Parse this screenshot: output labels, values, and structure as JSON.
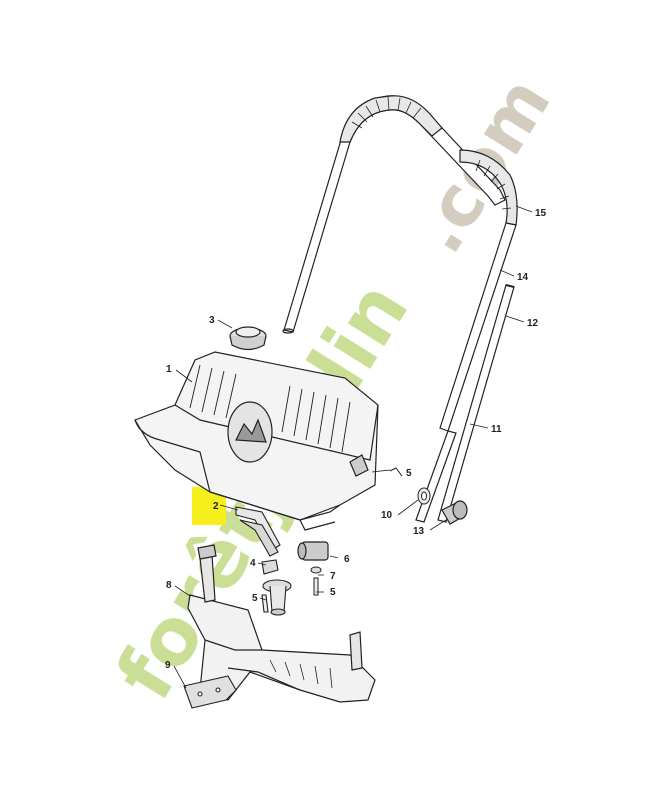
{
  "watermark": {
    "text_green": "forêtjardin",
    "text_dot_com": ".com",
    "color_green": "#c4dc8a",
    "color_orange": "#f5b35c",
    "color_tan": "#cfc7b8"
  },
  "highlight_color": "#f5ef1e",
  "parts": [
    {
      "id": "1",
      "name": "tank-body"
    },
    {
      "id": "2",
      "name": "spring-lever"
    },
    {
      "id": "3",
      "name": "tank-cap"
    },
    {
      "id": "4",
      "name": "clip"
    },
    {
      "id": "5",
      "name": "screw"
    },
    {
      "id": "6",
      "name": "bushing"
    },
    {
      "id": "7",
      "name": "washer"
    },
    {
      "id": "8",
      "name": "frame"
    },
    {
      "id": "9",
      "name": "mounting-plate"
    },
    {
      "id": "10",
      "name": "washer-ring"
    },
    {
      "id": "11",
      "name": "handle-tube-left"
    },
    {
      "id": "12",
      "name": "handle-tube-small"
    },
    {
      "id": "13",
      "name": "knob"
    },
    {
      "id": "14",
      "name": "handle-tube-right"
    },
    {
      "id": "15",
      "name": "handle-grip"
    }
  ]
}
